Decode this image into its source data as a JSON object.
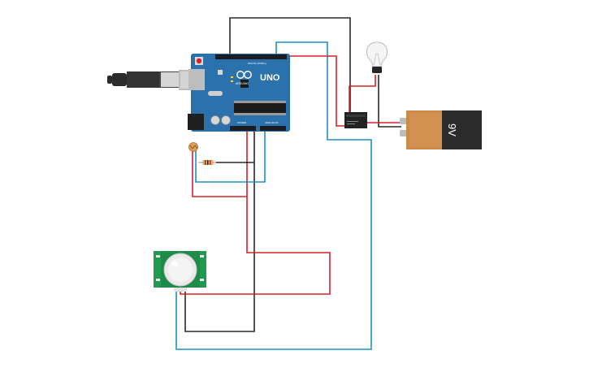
{
  "arduino": {
    "model_label": "UNO",
    "brand_text": "ARDUINO",
    "digital_header_text": "DIGITAL (PWM~)",
    "power_header_text": "POWER",
    "analog_header_text": "ANALOG IN"
  },
  "battery": {
    "voltage_label": "9V"
  },
  "colors": {
    "wire_red": "#d8202a",
    "wire_black": "#2a2a2a",
    "wire_blue": "#1e8fc8",
    "board_blue": "#2a6fa8",
    "pir_green": "#1f9a4e",
    "battery_copper": "#cc8a4a",
    "battery_body": "#2b2b2b"
  },
  "components": [
    "arduino-uno",
    "usb-cable",
    "photoresistor",
    "resistor",
    "pir-sensor",
    "relay",
    "light-bulb",
    "battery-9v"
  ]
}
